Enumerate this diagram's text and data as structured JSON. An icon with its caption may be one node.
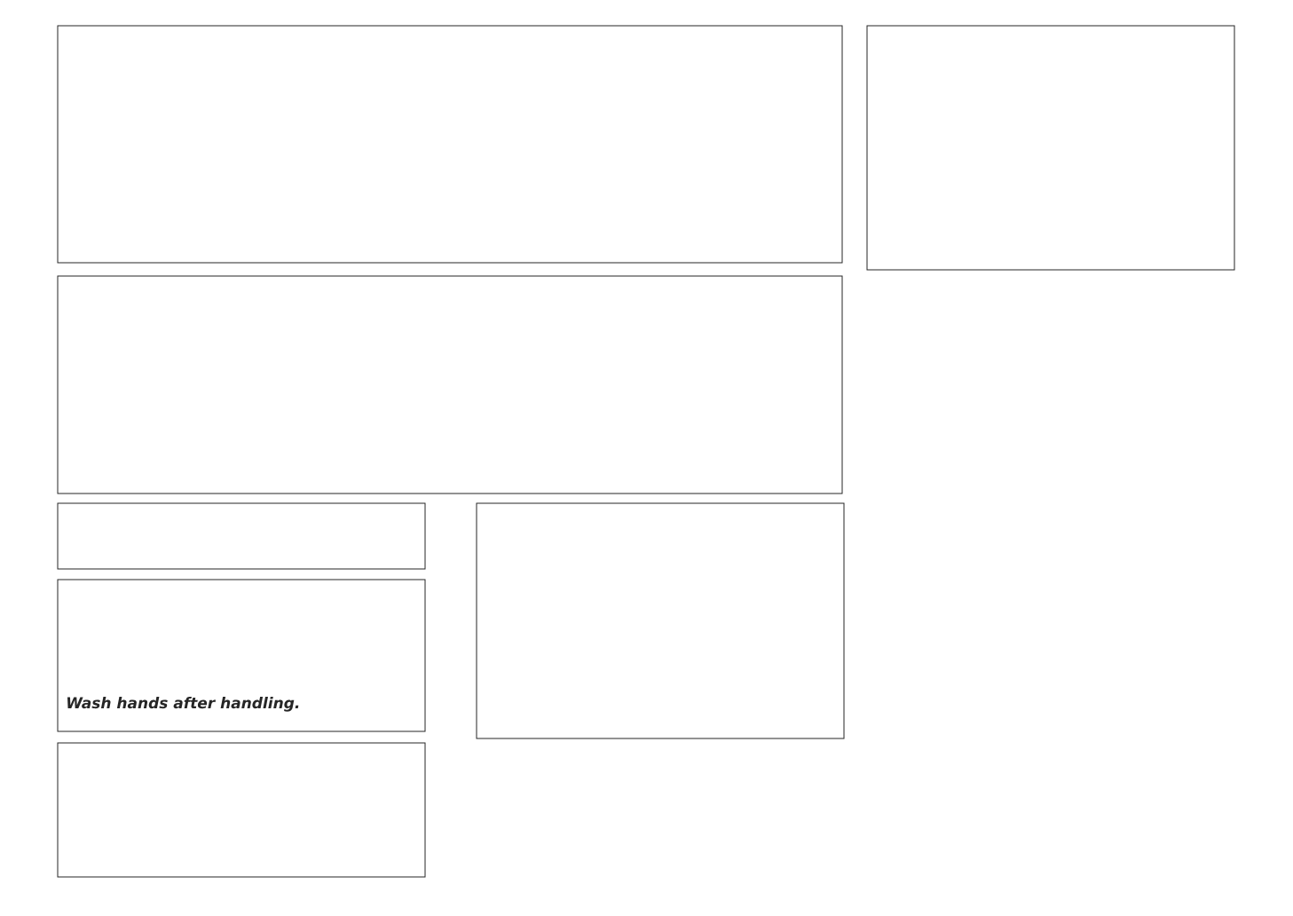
{
  "diagram": {
    "nodes": [
      {
        "text": [],
        "shape": "box"
      },
      {
        "text": [],
        "shape": "box"
      },
      {
        "text": [],
        "shape": "box"
      },
      {
        "text": [],
        "shape": "box"
      },
      {
        "text": [
          "Wash hands after handling."
        ]
      },
      {
        "text": [],
        "shape": "box"
      },
      {
        "text": [],
        "shape": "box"
      }
    ]
  }
}
